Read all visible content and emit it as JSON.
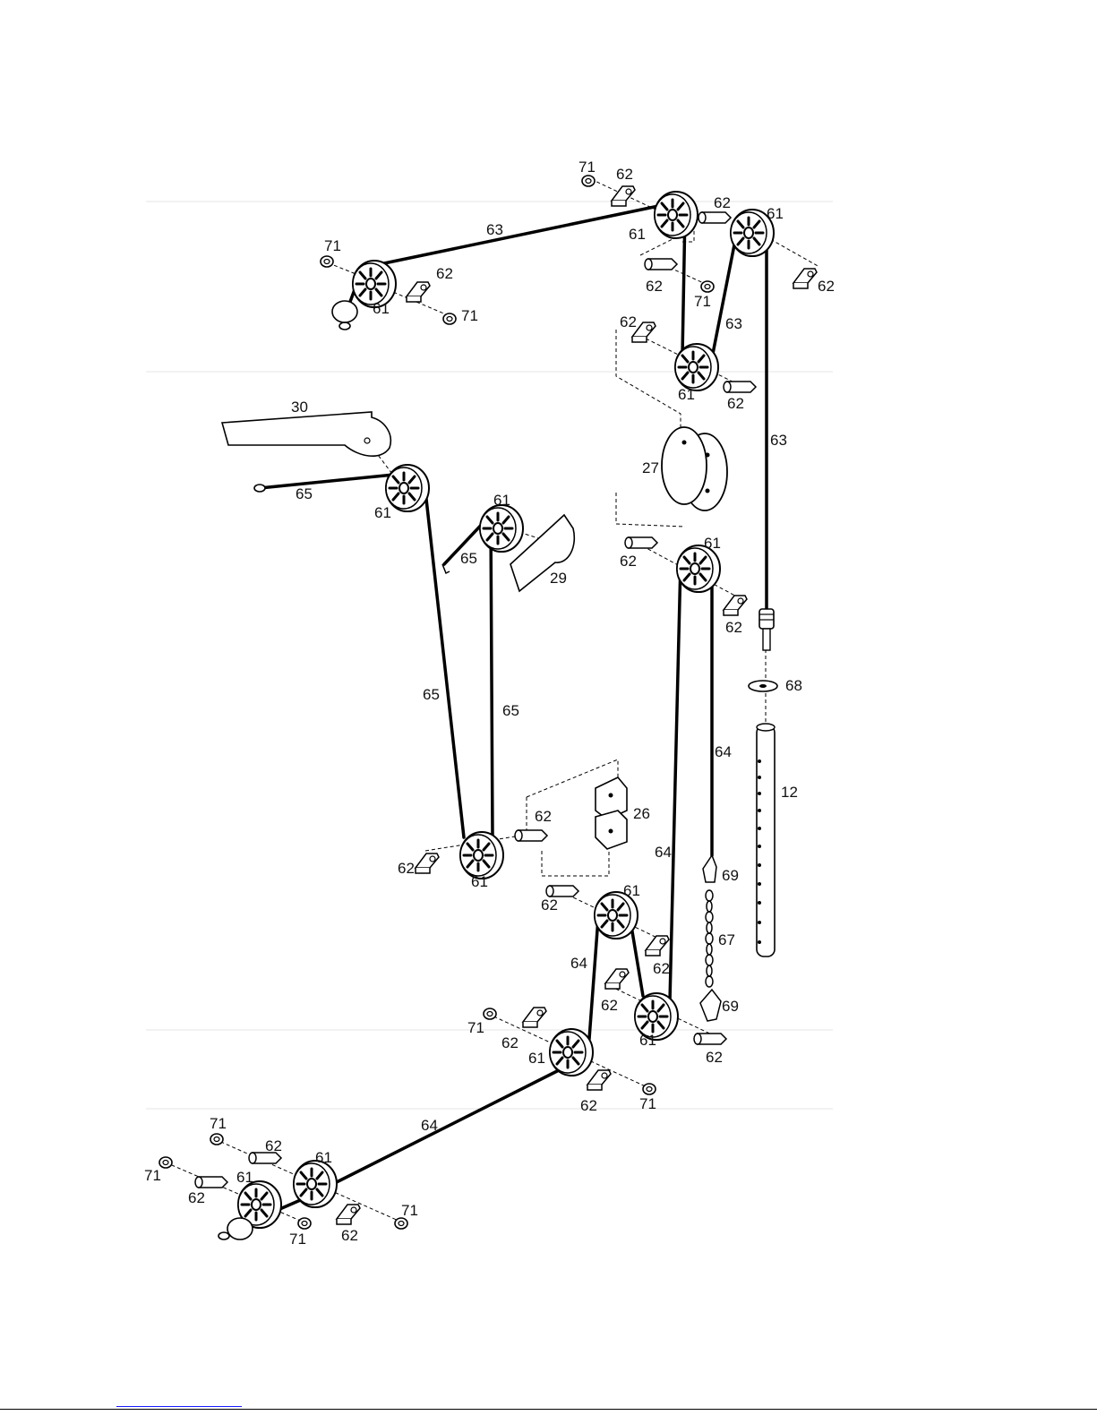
{
  "diagram": {
    "labels": {
      "l_71_top": "71",
      "l_62_top": "62",
      "l_62_tr": "62",
      "l_61_tr": "61",
      "l_61_tm": "61",
      "l_63_top": "63",
      "l_62_r": "62",
      "l_62_m": "62",
      "l_71_m": "71",
      "l_71_tl": "71",
      "l_62_tl": "62",
      "l_61_tl": "61",
      "l_71_tl2": "71",
      "l_62_mid": "62",
      "l_63_mid": "63",
      "l_61_mid": "61",
      "l_62_mid2": "62",
      "l_30": "30",
      "l_63_right": "63",
      "l_27": "27",
      "l_65_a": "65",
      "l_61_b": "61",
      "l_61_c": "61",
      "l_65_b": "65",
      "l_29": "29",
      "l_62_c": "62",
      "l_61_d": "61",
      "l_62_d": "62",
      "l_68": "68",
      "l_65_c": "65",
      "l_65_d": "65",
      "l_64_a": "64",
      "l_12": "12",
      "l_62_e": "62",
      "l_26": "26",
      "l_62_f": "62",
      "l_61_e": "61",
      "l_64_b": "64",
      "l_69_a": "69",
      "l_62_g": "62",
      "l_61_f": "61",
      "l_67": "67",
      "l_64_c": "64",
      "l_62_h": "62",
      "l_62_i": "62",
      "l_69_b": "69",
      "l_61_g": "61",
      "l_71_b": "71",
      "l_62_j": "62",
      "l_61_h": "61",
      "l_62_k": "62",
      "l_71_c": "71",
      "l_64_d": "64",
      "l_71_d": "71",
      "l_62_l": "62",
      "l_61_i": "61",
      "l_71_e": "71",
      "l_61_j": "61",
      "l_62_m2": "62",
      "l_71_f": "71",
      "l_62_n": "62",
      "l_71_g": "71"
    }
  }
}
